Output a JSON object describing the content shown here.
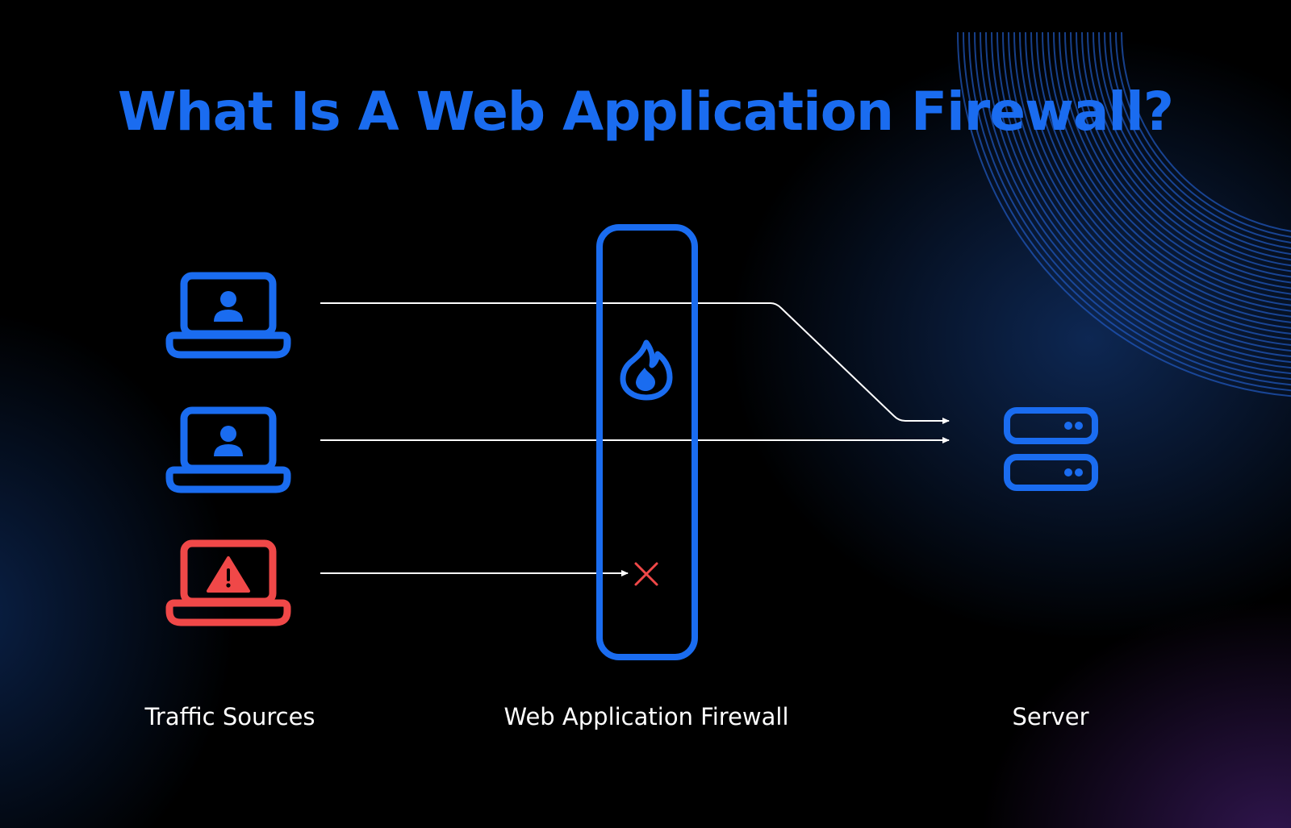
{
  "title": "What Is A Web Application Firewall?",
  "labels": {
    "traffic_sources": "Traffic Sources",
    "firewall": "Web Application Firewall",
    "server": "Server"
  },
  "colors": {
    "accent": "#1a6cf0",
    "danger": "#f04848",
    "line": "#ffffff",
    "background": "#000000"
  },
  "icons": {
    "legit_client": "laptop-user-icon",
    "malicious_client": "laptop-warning-icon",
    "firewall": "flame-icon",
    "blocked": "cross-icon",
    "server": "server-stack-icon"
  }
}
